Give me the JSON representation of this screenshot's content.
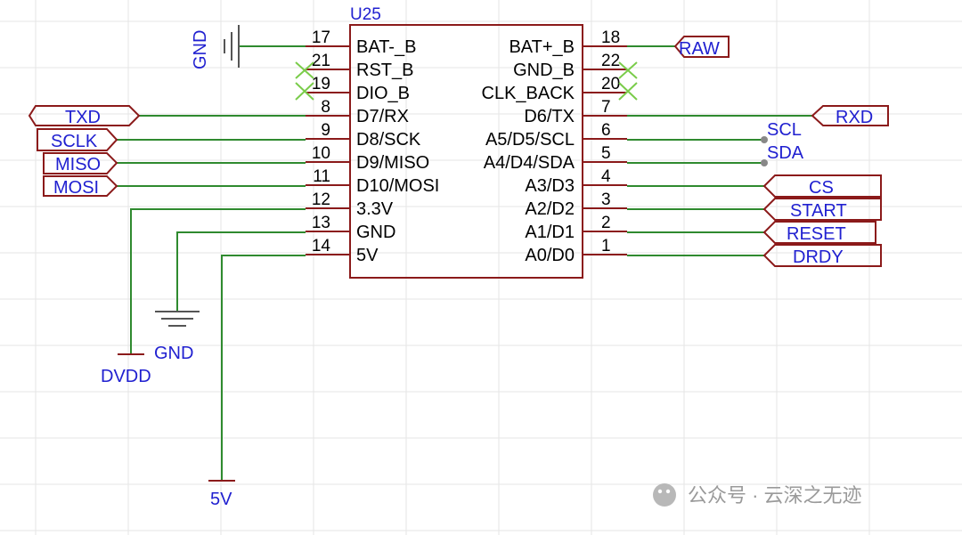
{
  "component": {
    "ref": "U25"
  },
  "left_pins": [
    {
      "num": "17",
      "label": "BAT-_B"
    },
    {
      "num": "21",
      "label": "RST_B"
    },
    {
      "num": "19",
      "label": "DIO_B"
    },
    {
      "num": "8",
      "label": "D7/RX"
    },
    {
      "num": "9",
      "label": "D8/SCK"
    },
    {
      "num": "10",
      "label": "D9/MISO"
    },
    {
      "num": "11",
      "label": "D10/MOSI"
    },
    {
      "num": "12",
      "label": "3.3V"
    },
    {
      "num": "13",
      "label": "GND"
    },
    {
      "num": "14",
      "label": "5V"
    }
  ],
  "right_pins": [
    {
      "num": "18",
      "label": "BAT+_B"
    },
    {
      "num": "22",
      "label": "GND_B"
    },
    {
      "num": "20",
      "label": "CLK_BACK"
    },
    {
      "num": "7",
      "label": "D6/TX"
    },
    {
      "num": "6",
      "label": "A5/D5/SCL"
    },
    {
      "num": "5",
      "label": "A4/D4/SDA"
    },
    {
      "num": "4",
      "label": "A3/D3"
    },
    {
      "num": "3",
      "label": "A2/D2"
    },
    {
      "num": "2",
      "label": "A1/D1"
    },
    {
      "num": "1",
      "label": "A0/D0"
    }
  ],
  "net_labels": {
    "gnd_top": "GND",
    "raw": "RAW",
    "txd": "TXD",
    "sclk": "SCLK",
    "miso": "MISO",
    "mosi": "MOSI",
    "rxd": "RXD",
    "scl": "SCL",
    "sda": "SDA",
    "cs": "CS",
    "start": "START",
    "reset": "RESET",
    "drdy": "DRDY",
    "gnd_bottom": "GND",
    "dvdd": "DVDD",
    "v5": "5V"
  },
  "watermark": {
    "text": "公众号 · 云深之无迹"
  },
  "colors": {
    "wire": "#2f8a2f",
    "symbol": "#8b1a1a",
    "net_text": "#2020d0",
    "no_connect": "#7acc4a"
  }
}
